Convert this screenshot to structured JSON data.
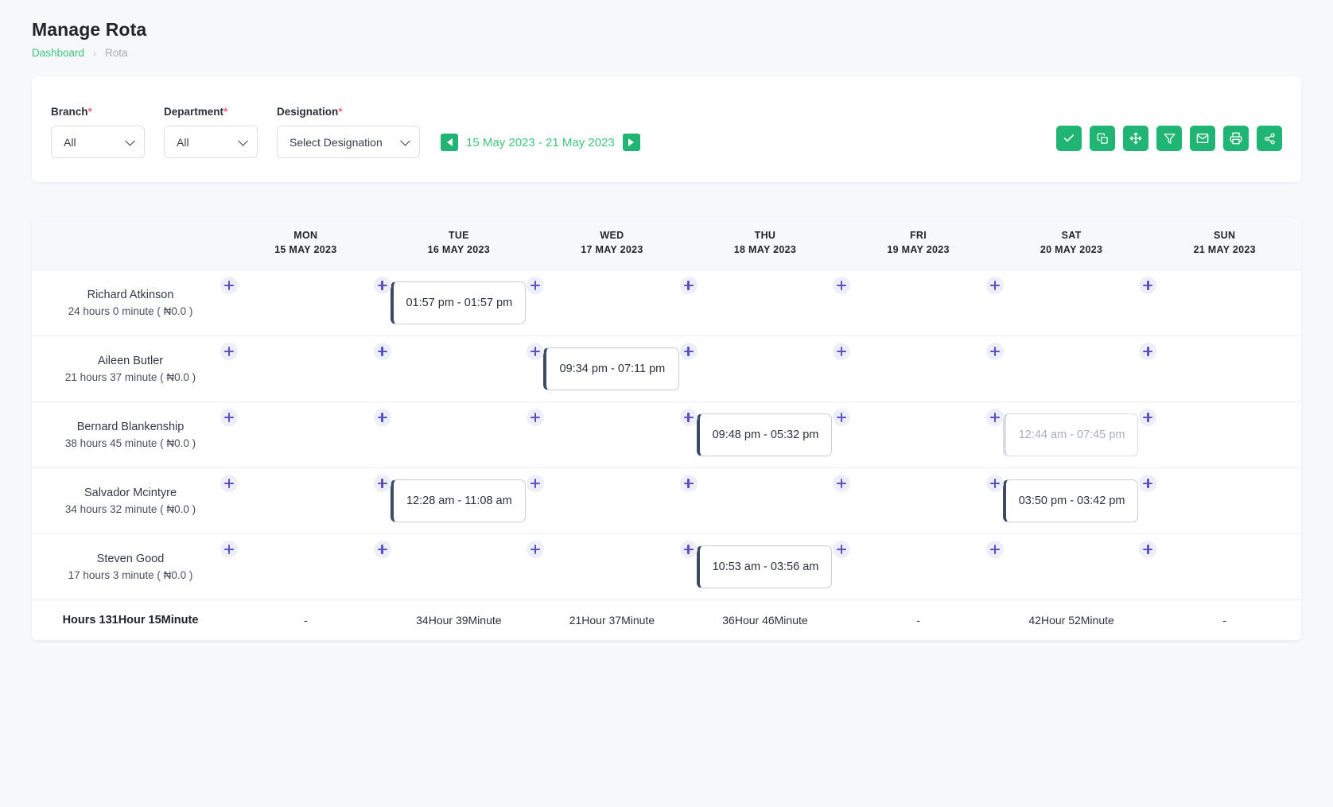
{
  "header": {
    "title": "Manage Rota",
    "breadcrumb": {
      "root": "Dashboard",
      "separator": "›",
      "current": "Rota"
    }
  },
  "filters": {
    "branch": {
      "label": "Branch",
      "required": "*",
      "value": "All"
    },
    "department": {
      "label": "Department",
      "required": "*",
      "value": "All"
    },
    "designation": {
      "label": "Designation",
      "required": "*",
      "value": "Select Designation"
    }
  },
  "date_nav": {
    "prev_label": "previous-week",
    "next_label": "next-week",
    "range": "15 May 2023 - 21 May 2023"
  },
  "actions": [
    {
      "name": "approve-button",
      "icon": "check-icon"
    },
    {
      "name": "copy-button",
      "icon": "copy-icon"
    },
    {
      "name": "move-button",
      "icon": "move-icon"
    },
    {
      "name": "filter-button",
      "icon": "filter-icon"
    },
    {
      "name": "email-button",
      "icon": "envelope-icon"
    },
    {
      "name": "print-button",
      "icon": "printer-icon"
    },
    {
      "name": "share-button",
      "icon": "share-icon"
    }
  ],
  "accent_colors": {
    "green": "#21b573",
    "breadcrumb_green": "#3fc47f",
    "required_red": "#f2657f",
    "plus_purple": "#5b4fc4",
    "shift_border": "#3c4a63"
  },
  "calendar": {
    "columns": [
      {
        "dow": "MON",
        "date": "15 MAY 2023"
      },
      {
        "dow": "TUE",
        "date": "16 MAY 2023"
      },
      {
        "dow": "WED",
        "date": "17 MAY 2023"
      },
      {
        "dow": "THU",
        "date": "18 MAY 2023"
      },
      {
        "dow": "FRI",
        "date": "19 MAY 2023"
      },
      {
        "dow": "SAT",
        "date": "20 MAY 2023"
      },
      {
        "dow": "SUN",
        "date": "21 MAY 2023"
      }
    ],
    "rows": [
      {
        "name": "Richard Atkinson",
        "hours": "24 hours 0 minute ( ₦0.0 )",
        "shifts": [
          null,
          "01:57 pm - 01:57 pm",
          null,
          null,
          null,
          null,
          null
        ],
        "muted": [
          false,
          false,
          false,
          false,
          false,
          false,
          false
        ]
      },
      {
        "name": "Aileen Butler",
        "hours": "21 hours 37 minute ( ₦0.0 )",
        "shifts": [
          null,
          null,
          "09:34 pm - 07:11 pm",
          null,
          null,
          null,
          null
        ],
        "muted": [
          false,
          false,
          false,
          false,
          false,
          false,
          false
        ]
      },
      {
        "name": "Bernard Blankenship",
        "hours": "38 hours 45 minute ( ₦0.0 )",
        "shifts": [
          null,
          null,
          null,
          "09:48 pm - 05:32 pm",
          null,
          "12:44 am - 07:45 pm",
          null
        ],
        "muted": [
          false,
          false,
          false,
          false,
          false,
          true,
          false
        ]
      },
      {
        "name": "Salvador Mcintyre",
        "hours": "34 hours 32 minute ( ₦0.0 )",
        "shifts": [
          null,
          "12:28 am - 11:08 am",
          null,
          null,
          null,
          "03:50 pm - 03:42 pm",
          null
        ],
        "muted": [
          false,
          false,
          false,
          false,
          false,
          false,
          false
        ]
      },
      {
        "name": "Steven Good",
        "hours": "17 hours 3 minute ( ₦0.0 )",
        "shifts": [
          null,
          null,
          null,
          "10:53 am - 03:56 am",
          null,
          null,
          null
        ],
        "muted": [
          false,
          false,
          false,
          false,
          false,
          false,
          false
        ]
      }
    ],
    "footer": {
      "total_label": "Hours 131Hour 15Minute",
      "totals": [
        "-",
        "34Hour 39Minute",
        "21Hour 37Minute",
        "36Hour 46Minute",
        "-",
        "42Hour 52Minute",
        "-"
      ]
    }
  }
}
